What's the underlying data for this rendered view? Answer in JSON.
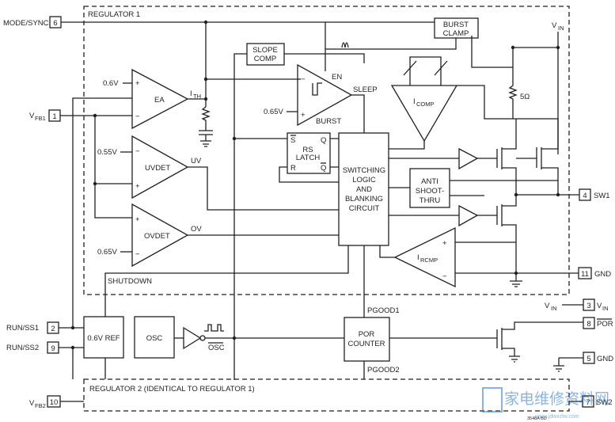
{
  "regions": {
    "regulator1": "REGULATOR 1",
    "regulator2": "REGULATOR 2 (IDENTICAL TO REGULATOR 1)"
  },
  "blocks": {
    "ea": "EA",
    "uvdet": "UVDET",
    "ovdet": "OVDET",
    "slope_comp_line1": "SLOPE",
    "slope_comp_line2": "COMP",
    "burst_clamp_line1": "BURST",
    "burst_clamp_line2": "CLAMP",
    "rs_latch_line1": "RS",
    "rs_latch_line2": "LATCH",
    "switching_line1": "SWITCHING",
    "switching_line2": "LOGIC",
    "switching_line3": "AND",
    "switching_line4": "BLANKING",
    "switching_line5": "CIRCUIT",
    "anti_line1": "ANTI",
    "anti_line2": "SHOOT-",
    "anti_line3": "THRU",
    "ref": "0.6V REF",
    "osc": "OSC",
    "por_line1": "POR",
    "por_line2": "COUNTER"
  },
  "signals": {
    "v06": "0.6V",
    "v055": "0.55V",
    "v065_ov": "0.65V",
    "v065_burst": "0.65V",
    "ith": "I",
    "ith_sub": "TH",
    "uv": "UV",
    "ov": "OV",
    "en": "EN",
    "sleep": "SLEEP",
    "burst": "BURST",
    "icomp": "I",
    "icomp_sub": "COMP",
    "ircmp": "I",
    "ircmp_sub": "RCMP",
    "shutdown": "SHUTDOWN",
    "osc_bar": "OSC",
    "pgood1": "PGOOD1",
    "pgood2": "PGOOD2",
    "vin_top": "V",
    "vin_top_sub": "IN",
    "vin_bottom": "V",
    "vin_bottom_sub": "IN",
    "resistor_5ohm": "5Ω",
    "latch_s": "S",
    "latch_q": "Q",
    "latch_r": "R",
    "latch_qbar": "Q",
    "plus": "+",
    "minus": "−"
  },
  "pins": {
    "p6": {
      "num": "6",
      "label": "MODE/SYNC"
    },
    "p1": {
      "num": "1",
      "label": "V",
      "sub": "FB1"
    },
    "p2": {
      "num": "2",
      "label": "RUN/SS1"
    },
    "p9": {
      "num": "9",
      "label": "RUN/SS2"
    },
    "p10": {
      "num": "10",
      "label": "V",
      "sub": "FB2"
    },
    "p4": {
      "num": "4",
      "label": "SW1"
    },
    "p11": {
      "num": "11",
      "label": "GND"
    },
    "p3": {
      "num": "3",
      "label": "V",
      "sub": "IN"
    },
    "p8": {
      "num": "8",
      "label": "POR"
    },
    "p5": {
      "num": "5",
      "label": "GND"
    },
    "p7": {
      "num": "7",
      "label": "SW2"
    }
  },
  "figure_code": "3548A BD",
  "watermark": {
    "chinese": "家电维修资料网",
    "url": "www.jdwxzlw.com"
  }
}
